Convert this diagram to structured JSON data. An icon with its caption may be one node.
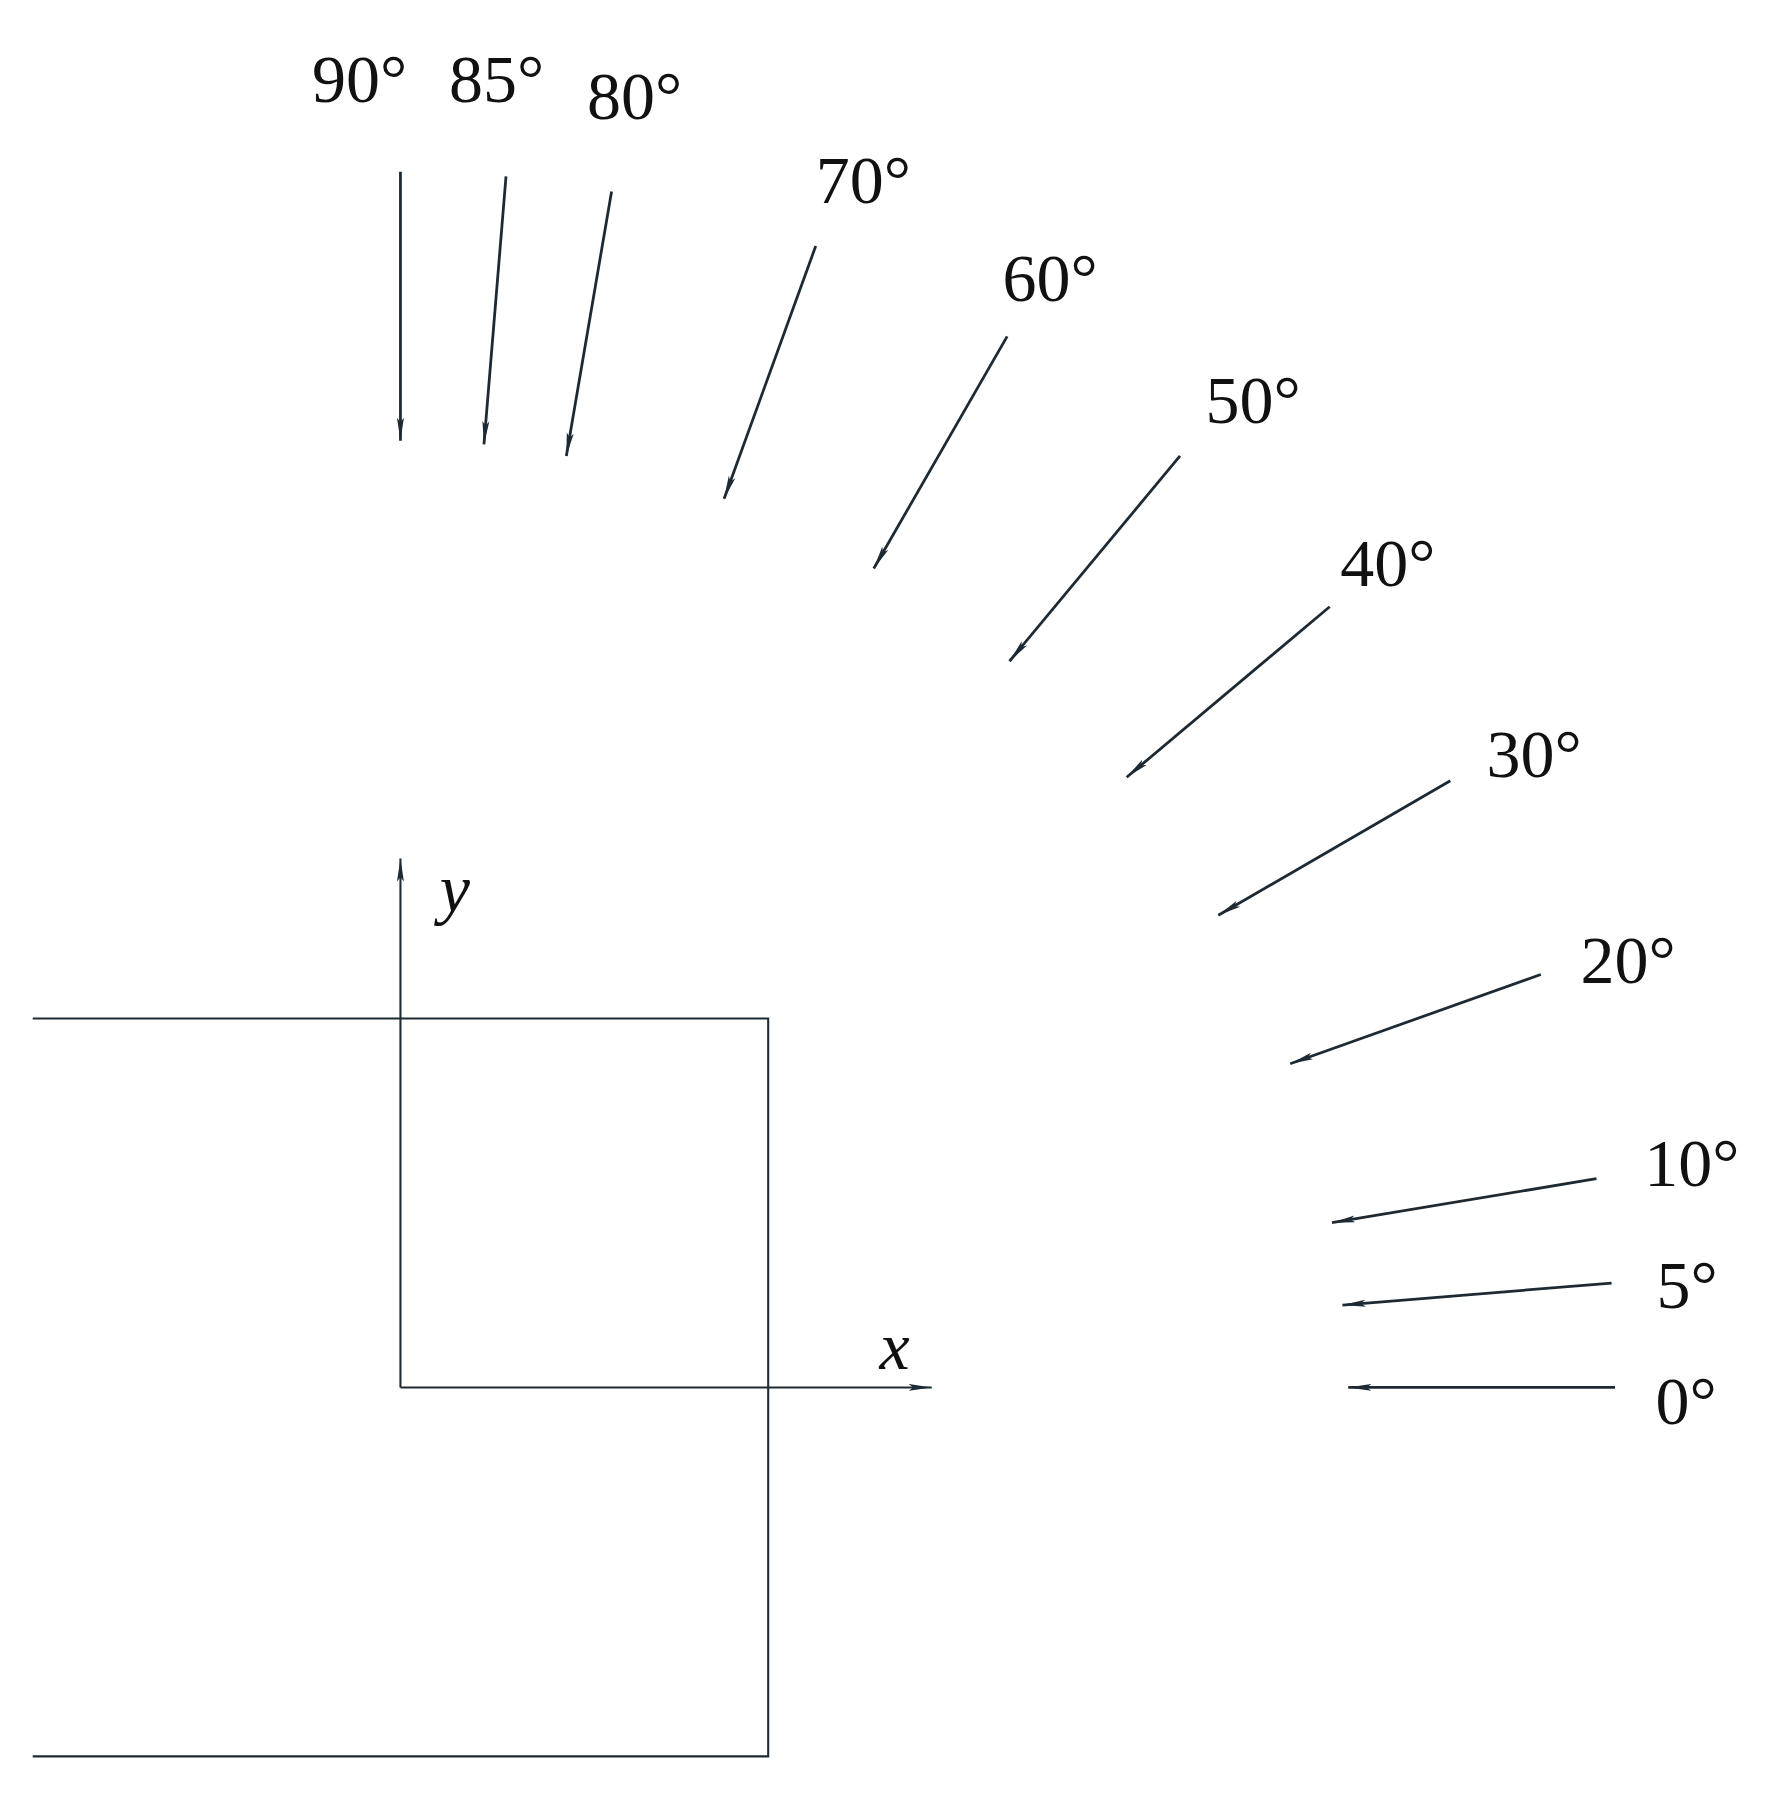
{
  "diagram": {
    "labels": [
      "90°",
      "85°",
      "80°",
      "70°",
      "60°",
      "50°",
      "40°",
      "30°",
      "20°",
      "10°",
      "5°",
      "0°",
      "y",
      "x"
    ]
  }
}
